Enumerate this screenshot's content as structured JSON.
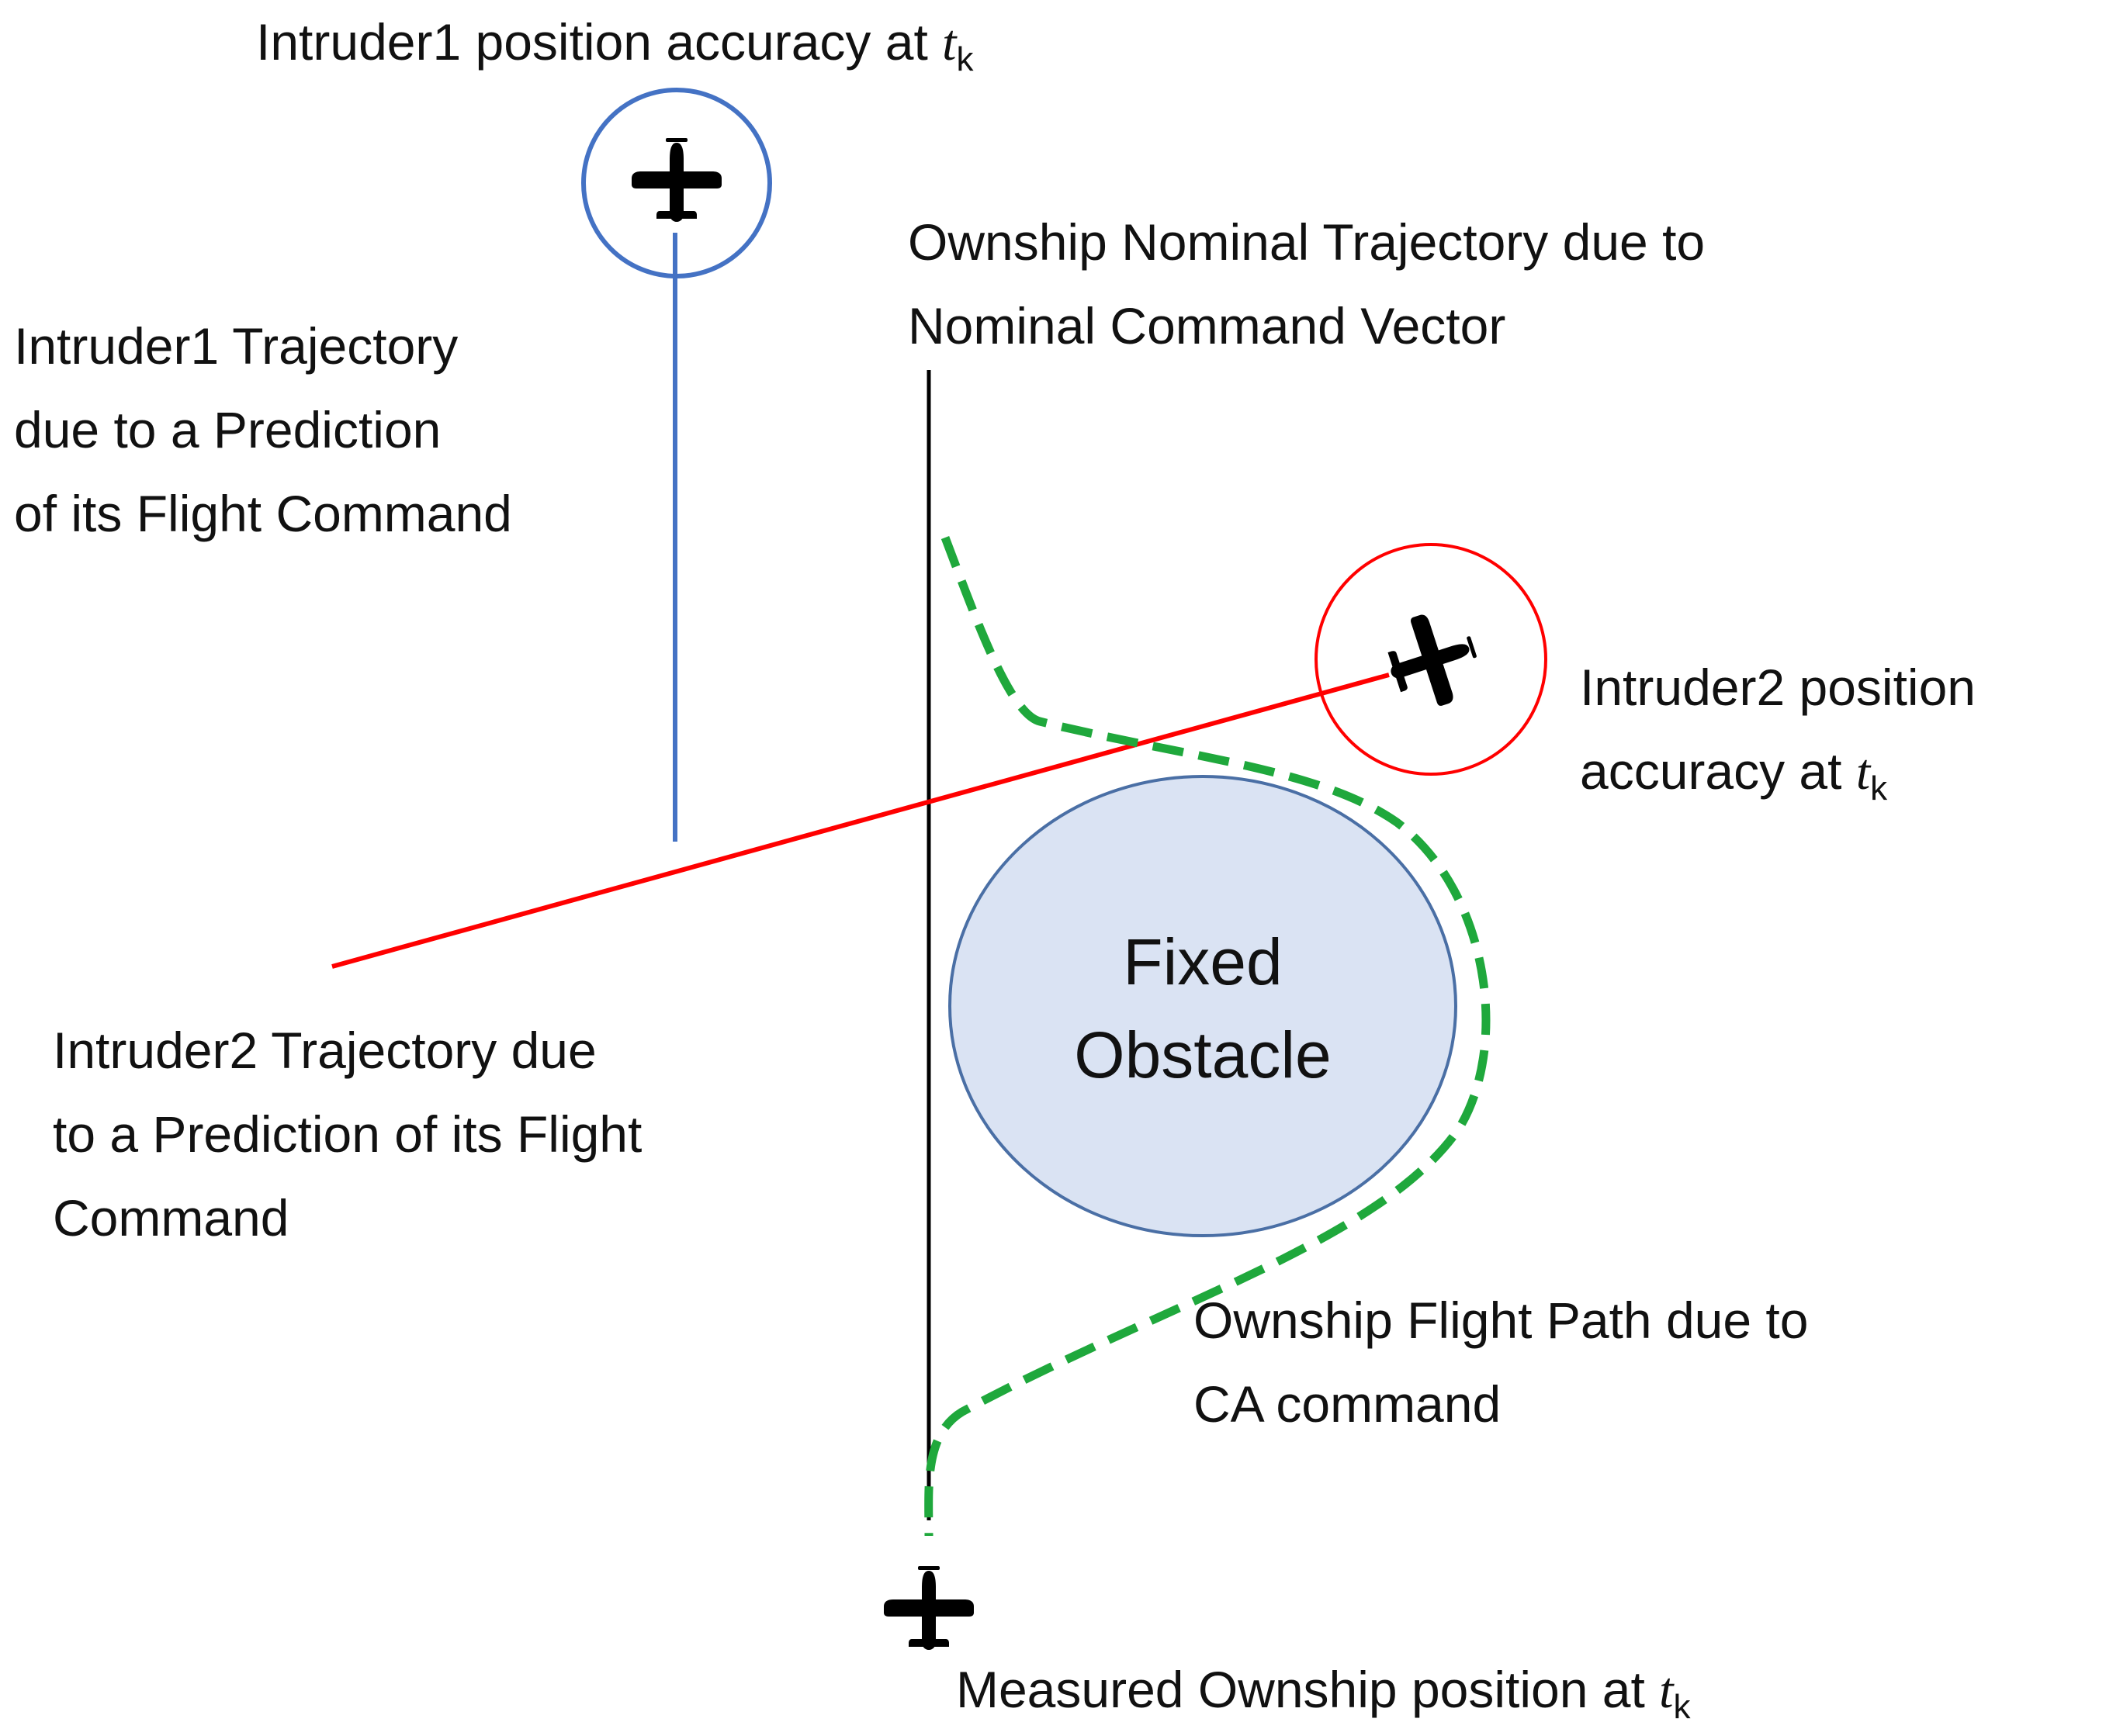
{
  "labels": {
    "intruder1_accuracy": {
      "text": "Intruder1 position accuracy at ",
      "var": "t",
      "sub": "k"
    },
    "ownship_nominal": {
      "line1": "Ownship Nominal Trajectory due to",
      "line2": "Nominal Command Vector"
    },
    "intruder1_trajectory": {
      "line1": "Intruder1 Trajectory",
      "line2": "due to a Prediction",
      "line3": "of its Flight Command"
    },
    "intruder2_accuracy": {
      "line1": "Intruder2 position",
      "line2_text": "accuracy at ",
      "var": "t",
      "sub": "k"
    },
    "intruder2_trajectory": {
      "line1": "Intruder2 Trajectory due",
      "line2": "to a Prediction of its Flight",
      "line3": "Command"
    },
    "obstacle": {
      "line1": "Fixed",
      "line2": "Obstacle"
    },
    "ownship_path": {
      "line1": "Ownship Flight Path due to",
      "line2": "CA command"
    },
    "measured_ownship": {
      "text": "Measured Ownship position at ",
      "var": "t",
      "sub": "k"
    }
  },
  "colors": {
    "intruder1": "#4472c4",
    "intruder2": "#ff0000",
    "ownship_nominal": "#000000",
    "ownship_path": "#1fa83c",
    "obstacle_fill": "#dae3f3",
    "obstacle_stroke": "#4a6fa5"
  },
  "icons": {
    "intruder1": "airplane-icon",
    "intruder2": "airplane-icon",
    "ownship": "airplane-icon"
  }
}
